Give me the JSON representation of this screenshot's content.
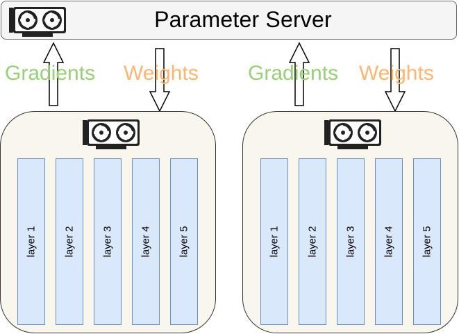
{
  "server": {
    "title": "Parameter Server"
  },
  "flows": {
    "gradients_label": "Gradients",
    "weights_label": "Weights"
  },
  "workers": [
    {
      "layers": [
        "layer 1",
        "layer 2",
        "layer 3",
        "layer 4",
        "layer 5"
      ]
    },
    {
      "layers": [
        "layer 1",
        "layer 2",
        "layer 3",
        "layer 4",
        "layer 5"
      ]
    }
  ],
  "colors": {
    "gradients": "#97d077",
    "weights": "#ffb570",
    "layer_fill": "#dae8fc",
    "layer_stroke": "#6c8ebf",
    "worker_fill": "#f9f7ed",
    "server_fill": "#f5f5f5"
  },
  "icons": {
    "gpu": "gpu-card-icon"
  }
}
